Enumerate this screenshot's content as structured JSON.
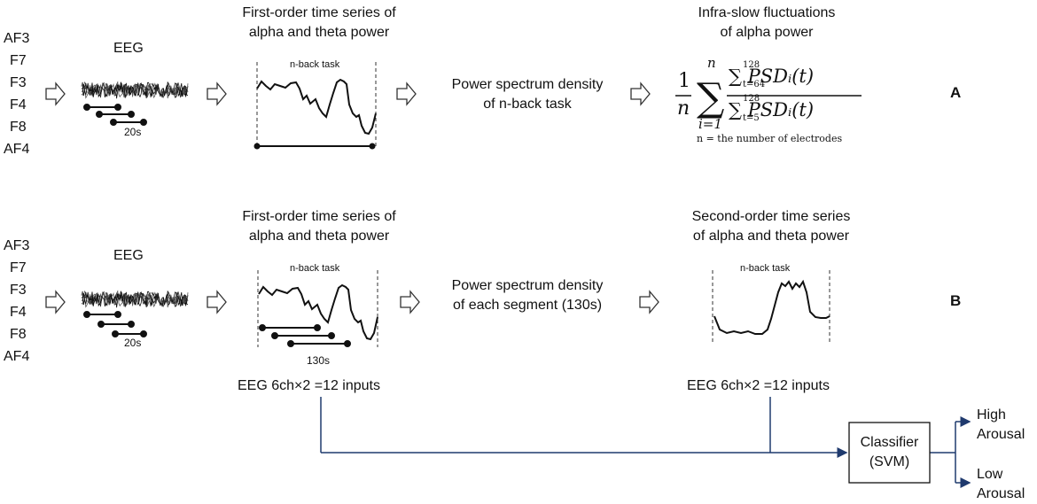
{
  "channels": [
    "AF3",
    "F7",
    "F3",
    "F4",
    "F8",
    "AF4"
  ],
  "panel_a": {
    "label": "A",
    "eeg_title": "EEG",
    "window_label": "20s",
    "first_order_title": [
      "First-order time series of",
      "alpha and theta power"
    ],
    "nback_label": "n-back task",
    "psd_title": [
      "Power spectrum density",
      "of n-back task"
    ],
    "isf_title": [
      "Infra-slow fluctuations",
      "of alpha power"
    ],
    "formula": {
      "frac_one": "1",
      "frac_n": "n",
      "sum_top": "n",
      "sum_bottom": "i=1",
      "numerator": "∑ PSDᵢ(t)",
      "num_upper": "128",
      "num_lower": "t=64",
      "denominator": "∑ PSDᵢ(t)",
      "den_upper": "128",
      "den_lower": "t=5",
      "note": "n = the number of electrodes"
    }
  },
  "panel_b": {
    "label": "B",
    "eeg_title": "EEG",
    "window_label": "20s",
    "first_order_title": [
      "First-order time series of",
      "alpha and theta power"
    ],
    "nback_label": "n-back task",
    "segment_label": "130s",
    "psd_title": [
      "Power spectrum density",
      "of each segment (130s)"
    ],
    "second_order_title": [
      "Second-order time series",
      "of alpha and theta power"
    ],
    "nback_label_2": "n-back task",
    "inputs_left": "EEG 6ch×2 =12 inputs",
    "inputs_right": "EEG 6ch×2 =12 inputs"
  },
  "classifier": {
    "title": "Classifier",
    "subtitle": "(SVM)",
    "outputs": [
      {
        "line1": "High",
        "line2": "Arousal"
      },
      {
        "line1": "Low",
        "line2": "Arousal"
      }
    ]
  },
  "colors": {
    "flow_line": "#1f3a6e",
    "trace": "#111111"
  }
}
